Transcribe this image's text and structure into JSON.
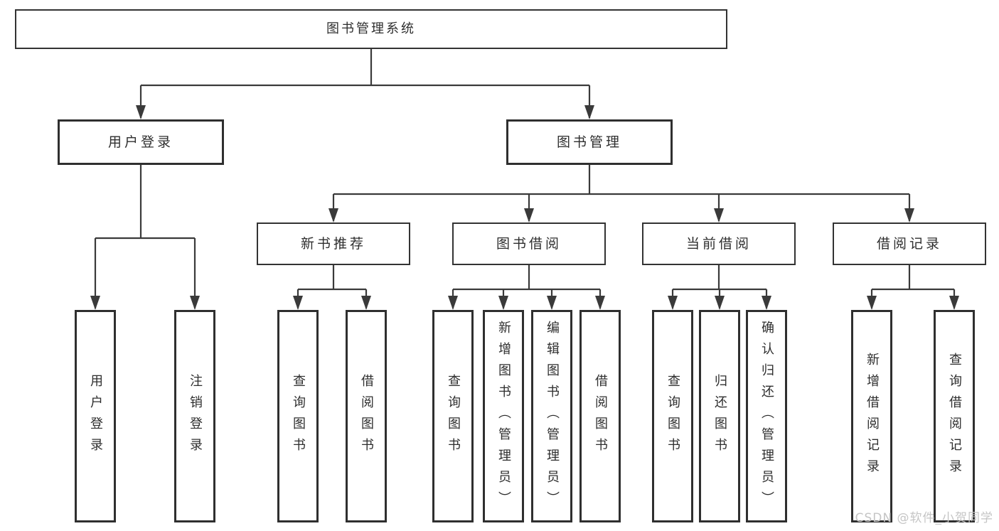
{
  "root": {
    "label": "图书管理系统"
  },
  "level2": {
    "user_login": {
      "label": "用户登录",
      "children": [
        {
          "label": "用户登录"
        },
        {
          "label": "注销登录"
        }
      ]
    },
    "book_management": {
      "label": "图书管理",
      "children": [
        {
          "label": "新书推荐",
          "children": [
            {
              "label": "查询图书"
            },
            {
              "label": "借阅图书"
            }
          ]
        },
        {
          "label": "图书借阅",
          "children": [
            {
              "label": "查询图书"
            },
            {
              "label": "新增图书（管理员）"
            },
            {
              "label": "编辑图书（管理员）"
            },
            {
              "label": "借阅图书"
            }
          ]
        },
        {
          "label": "当前借阅",
          "children": [
            {
              "label": "查询图书"
            },
            {
              "label": "归还图书"
            },
            {
              "label": "确认归还（管理员）"
            }
          ]
        },
        {
          "label": "借阅记录",
          "children": [
            {
              "label": "新增借阅记录"
            },
            {
              "label": "查询借阅记录"
            }
          ]
        }
      ]
    }
  },
  "watermark": {
    "text": "CSDN @软件_小贺同学"
  },
  "colors": {
    "line": "#3a3a3a",
    "border": "#333333",
    "text": "#2e2e2e",
    "watermark": "#c5c5c5",
    "background": "#ffffff"
  }
}
